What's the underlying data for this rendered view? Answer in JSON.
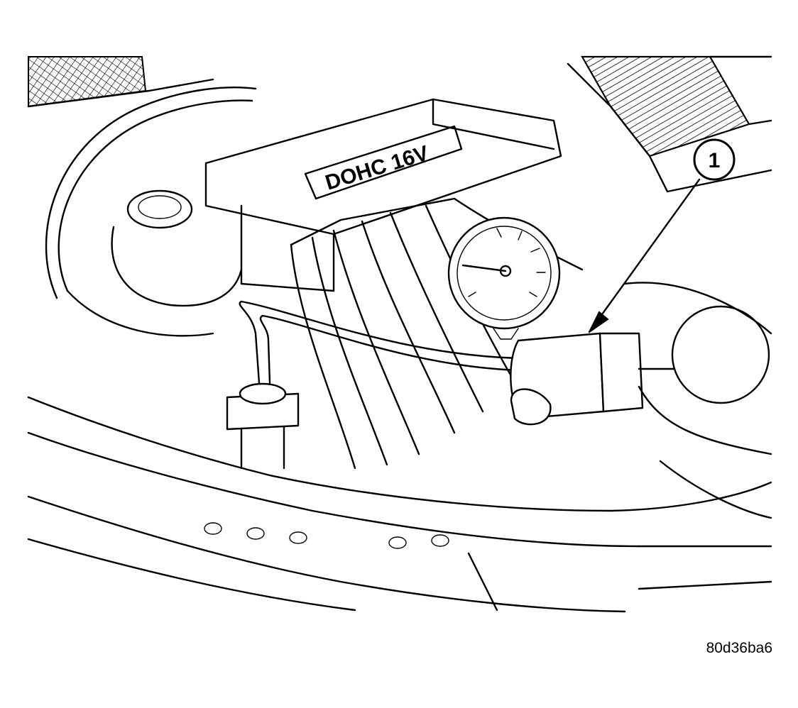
{
  "figure": {
    "callouts": [
      {
        "number": "1"
      }
    ],
    "engine_cover_text": "DOHC 16V",
    "figure_id": "80d36ba6"
  },
  "colors": {
    "ink": "#000000",
    "paper": "#ffffff"
  }
}
